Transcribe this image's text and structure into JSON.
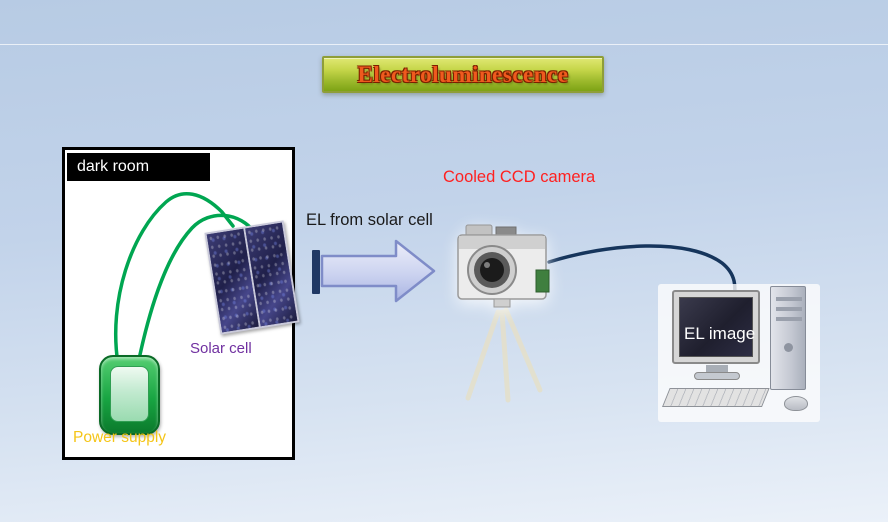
{
  "title": "Electroluminescence",
  "labels": {
    "dark_room": "dark room",
    "solar_cell": "Solar cell",
    "power_supply": "Power supply",
    "el_from_solar_cell": "EL from solar cell",
    "cooled_ccd_camera": "Cooled CCD camera",
    "el_image": "EL image"
  },
  "colors": {
    "background": "#c2d3ea",
    "title_text": "#ef5a1e",
    "title_box_green": "#9cb92c",
    "dark_room_bar": "#000000",
    "solar_cell_label": "#7030a0",
    "power_supply_label": "#f5c518",
    "power_supply_green": "#18a542",
    "ccd_label": "#ff2020",
    "wire_green": "#00a651",
    "cable_navy": "#16355c",
    "arrow_fill": "#ccd3f0",
    "arrow_stroke": "#7f8cc8"
  }
}
